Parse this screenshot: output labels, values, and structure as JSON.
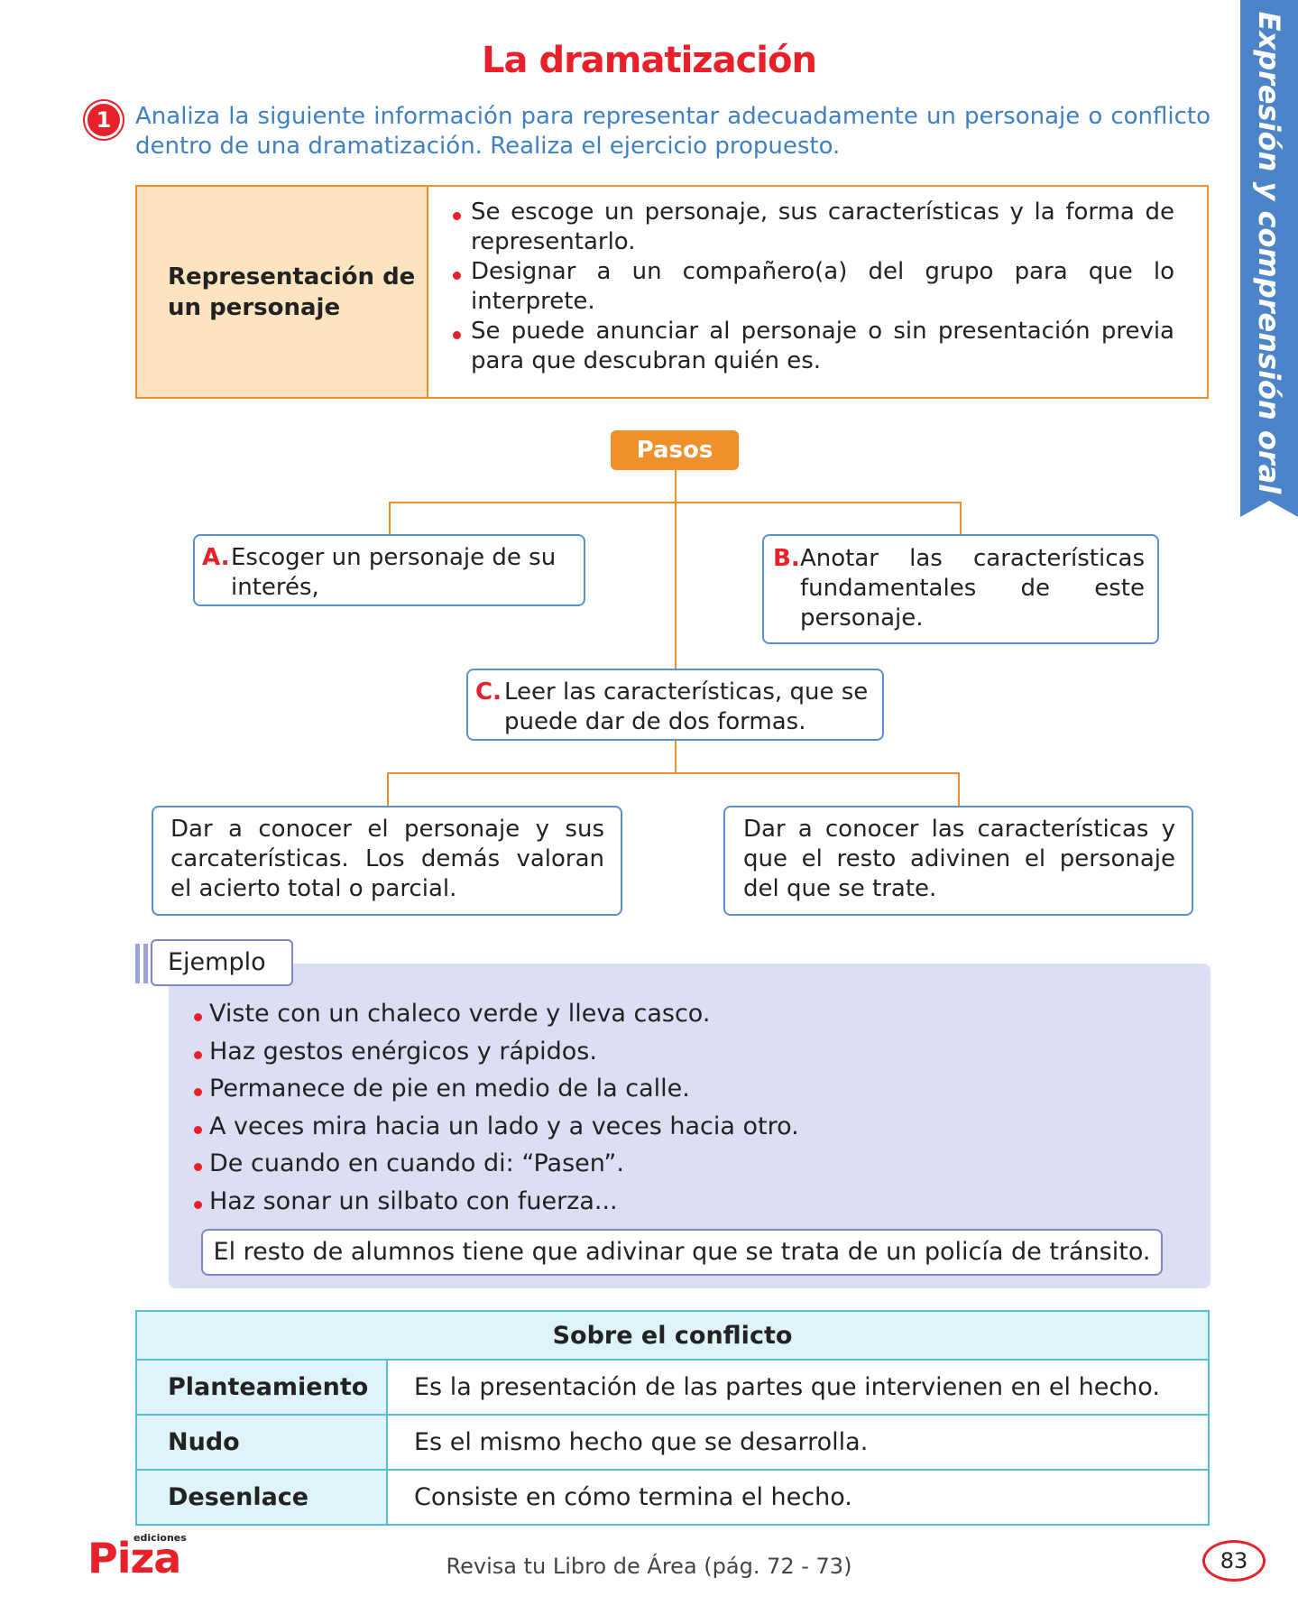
{
  "title": "La dramatización",
  "instruction": {
    "number": "1",
    "text": "Analiza la siguiente información para representar adecuadamente un personaje o conflicto dentro de una dramatización. Realiza el ejercicio propuesto."
  },
  "representation": {
    "label": "Representación de un personaje",
    "bullets": [
      "Se escoge un personaje, sus características y la forma de representarlo.",
      "Designar a un compañero(a) del grupo para que lo interprete.",
      "Se puede anunciar al personaje o sin presentación previa para que descubran quién es."
    ]
  },
  "steps": {
    "header": "Pasos",
    "a": {
      "letter": "A.",
      "text": "Escoger un personaje de su interés,"
    },
    "b": {
      "letter": "B.",
      "text": "Anotar las características fundamentales de este personaje."
    },
    "c": {
      "letter": "C.",
      "text": "Leer las características, que se puede dar de dos formas."
    },
    "option_left": "Dar a conocer el personaje y sus carcaterísticas. Los demás valoran el acierto total o parcial.",
    "option_right": "Dar a conocer las características y que el resto adivinen el personaje del que se trate."
  },
  "example": {
    "label": "Ejemplo",
    "items": [
      "Viste con un chaleco verde y lleva casco.",
      "Haz gestos enérgicos y rápidos.",
      "Permanece de pie en medio de la calle.",
      "A veces mira hacia un lado y a veces hacia otro.",
      "De cuando en cuando di: “Pasen”.",
      "Haz sonar un silbato con fuerza..."
    ],
    "answer": "El resto de alumnos tiene que adivinar que se trata de un policía de tránsito."
  },
  "conflict": {
    "header": "Sobre el conflicto",
    "rows": [
      {
        "label": "Planteamiento",
        "text": "Es la presentación de las partes que intervienen en el hecho."
      },
      {
        "label": "Nudo",
        "text": "Es el mismo hecho que se desarrolla."
      },
      {
        "label": "Desenlace",
        "text": "Consiste en cómo termina el hecho."
      }
    ]
  },
  "side_tab": "Expresión y comprensión oral",
  "footer": {
    "logo": "Piza",
    "logo_small": "ediciones",
    "text": "Revisa tu Libro de Área (pág. 72 - 73)",
    "page_number": "83"
  },
  "colors": {
    "title_red": "#e8202a",
    "instruction_blue": "#3f7fc5",
    "orange": "#f0902b",
    "box_blue": "#5b8fd4",
    "example_panel": "#dcdff3",
    "table_cyan": "#52bedc",
    "side_tab_blue": "#4b84c8"
  }
}
